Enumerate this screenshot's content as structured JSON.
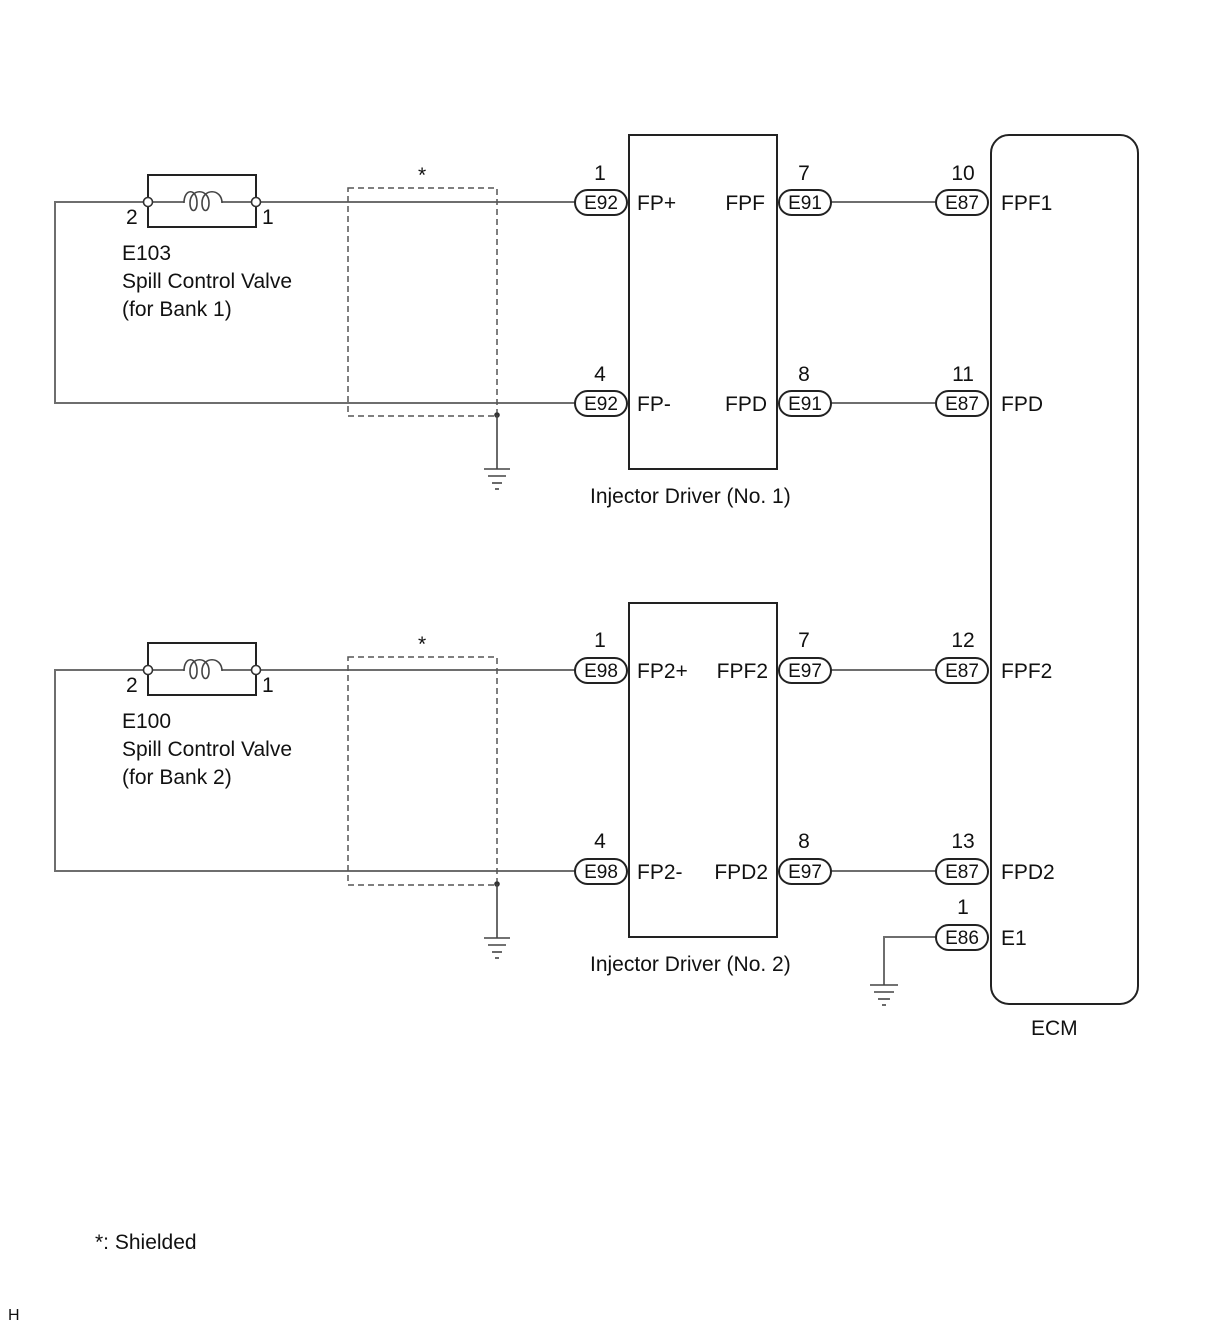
{
  "valve1": {
    "code": "E103",
    "name": "Spill Control Valve",
    "sub": "(for Bank 1)",
    "pin_left": "2",
    "pin_right": "1"
  },
  "valve2": {
    "code": "E100",
    "name": "Spill Control Valve",
    "sub": "(for Bank 2)",
    "pin_left": "2",
    "pin_right": "1"
  },
  "shield_mark": "*",
  "driver1": {
    "label": "Injector Driver (No. 1)",
    "in_top": {
      "pin": "1",
      "conn": "E92",
      "term": "FP+"
    },
    "in_bot": {
      "pin": "4",
      "conn": "E92",
      "term": "FP-"
    },
    "out_top": {
      "pin": "7",
      "conn": "E91",
      "term": "FPF"
    },
    "out_bot": {
      "pin": "8",
      "conn": "E91",
      "term": "FPD"
    }
  },
  "driver2": {
    "label": "Injector Driver (No. 2)",
    "in_top": {
      "pin": "1",
      "conn": "E98",
      "term": "FP2+"
    },
    "in_bot": {
      "pin": "4",
      "conn": "E98",
      "term": "FP2-"
    },
    "out_top": {
      "pin": "7",
      "conn": "E97",
      "term": "FPF2"
    },
    "out_bot": {
      "pin": "8",
      "conn": "E97",
      "term": "FPD2"
    }
  },
  "ecm": {
    "label": "ECM",
    "t1": {
      "pin": "10",
      "conn": "E87",
      "term": "FPF1"
    },
    "t2": {
      "pin": "11",
      "conn": "E87",
      "term": "FPD"
    },
    "t3": {
      "pin": "12",
      "conn": "E87",
      "term": "FPF2"
    },
    "t4": {
      "pin": "13",
      "conn": "E87",
      "term": "FPD2"
    },
    "t5": {
      "pin": "1",
      "conn": "E86",
      "term": "E1"
    }
  },
  "legend": "*: Shielded",
  "corner_mark": "H"
}
